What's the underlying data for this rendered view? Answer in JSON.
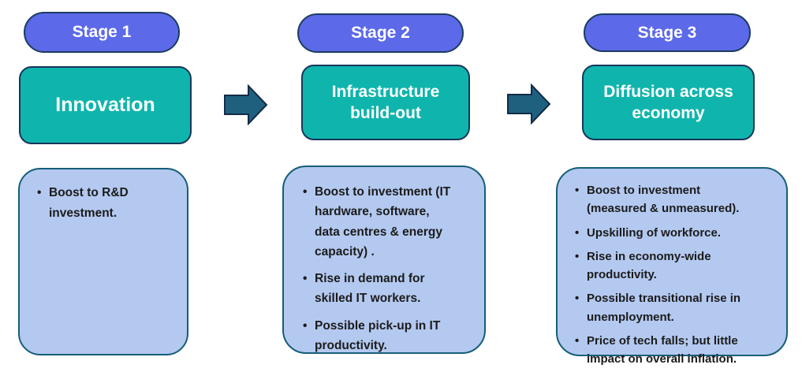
{
  "colors": {
    "pill_fill": "#5C69E8",
    "pill_border": "#1B3C5F",
    "teal_fill": "#0FB5AC",
    "teal_border": "#17365C",
    "panel_fill": "#B4C9F0",
    "panel_border": "#155E78",
    "arrow_fill": "#20607F",
    "arrow_border": "#132C47",
    "text_dark": "#1B1B1B"
  },
  "stages": [
    {
      "stage_label": "Stage 1",
      "title": "Innovation",
      "bullets": [
        "Boost to R&D\ninvestment."
      ]
    },
    {
      "stage_label": "Stage 2",
      "title": "Infrastructure\nbuild-out",
      "bullets": [
        "Boost to investment (IT\nhardware, software,\ndata centres & energy\ncapacity) .",
        "Rise in demand for\nskilled IT workers.",
        "Possible pick-up in IT\nproductivity."
      ]
    },
    {
      "stage_label": "Stage 3",
      "title": "Diffusion across\neconomy",
      "bullets": [
        "Boost to investment\n(measured & unmeasured).",
        "Upskilling of workforce.",
        "Rise in economy-wide\nproductivity.",
        "Possible transitional rise in\nunemployment.",
        "Price of tech falls; but little\nimpact on overall inflation."
      ]
    }
  ],
  "icons": {
    "arrow_1": "block-arrow-right",
    "arrow_2": "block-arrow-right"
  }
}
